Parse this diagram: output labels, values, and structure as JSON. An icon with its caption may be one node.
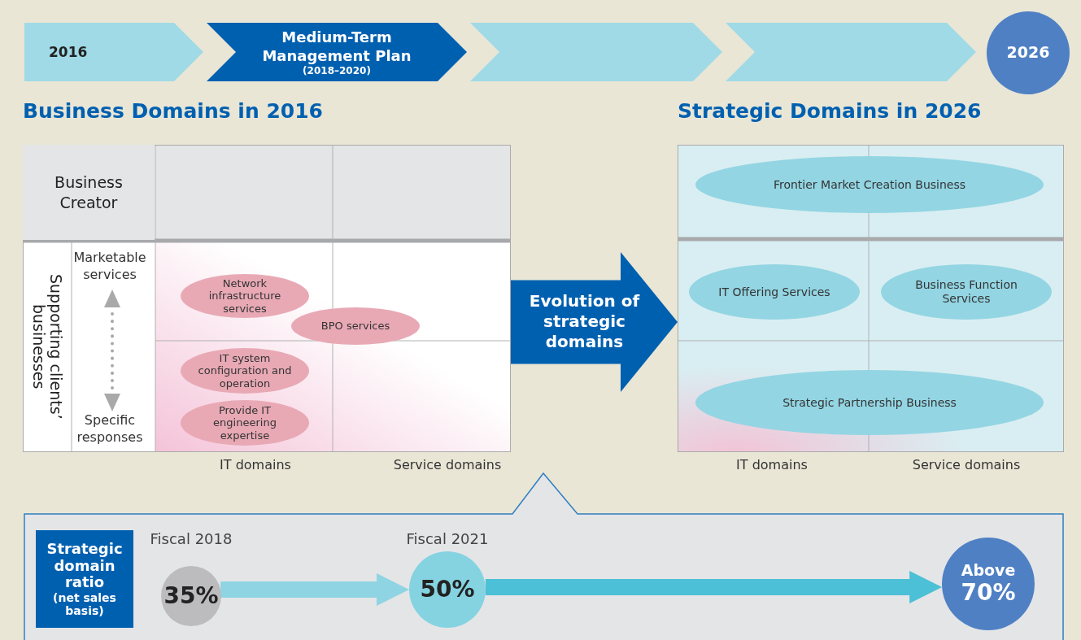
{
  "diagram": {
    "nodes": [
      {
        "text": [
          "2016"
        ]
      },
      {
        "text": [
          "Medium-Term Management Plan",
          "(2018–2020)"
        ]
      },
      {
        "text": [],
        "shape": "chevron"
      },
      {
        "text": [],
        "shape": "chevron"
      },
      {
        "text": [
          "2026"
        ]
      },
      {
        "text": [
          "Business Domains in 2016"
        ]
      },
      {
        "text": [
          "Business Creator"
        ],
        "in": 5
      },
      {
        "text": [
          "Supporting clients’ businesses"
        ],
        "in": 5
      },
      {
        "text": [
          "Network infrastructure services"
        ],
        "in": 5
      },
      {
        "text": [
          "BPO services"
        ],
        "in": 5
      },
      {
        "text": [
          "IT system configuration and operation"
        ],
        "in": 5
      },
      {
        "text": [
          "Provide IT engineering expertise"
        ],
        "in": 5
      },
      {
        "text": [
          "Strategic Domains in 2026"
        ]
      },
      {
        "text": [
          "Frontier Market Creation Business"
        ],
        "in": 12
      },
      {
        "text": [
          "IT Offering Services"
        ],
        "in": 12
      },
      {
        "text": [
          "Business Function Services"
        ],
        "in": 12
      },
      {
        "text": [
          "Strategic Partnership Business"
        ],
        "in": 12
      },
      {
        "text": [
          "Strategic domain ratio",
          "(net sales basis)"
        ]
      },
      {
        "text": [
          "35%"
        ],
        "beside": [
          "Fiscal 2018"
        ]
      },
      {
        "text": [
          "50%"
        ],
        "beside": [
          "Fiscal 2021"
        ]
      },
      {
        "text": [
          "Above",
          "70%"
        ]
      }
    ],
    "edges": [
      {
        "from": 5,
        "to": 12,
        "arrow": "to",
        "label": "Evolution of strategic domains",
        "style": "thick",
        "color": "#0060b0"
      },
      {
        "from": 18,
        "to": 19,
        "arrow": "to",
        "style": "thick",
        "color": "#8fd4e2"
      },
      {
        "from": 19,
        "to": 20,
        "arrow": "to",
        "style": "thick",
        "color": "#4cc0d6"
      }
    ],
    "labels": [
      "Marketable services",
      "Specific responses",
      "IT domains",
      "Service domains",
      "IT domains",
      "Service domains"
    ]
  }
}
